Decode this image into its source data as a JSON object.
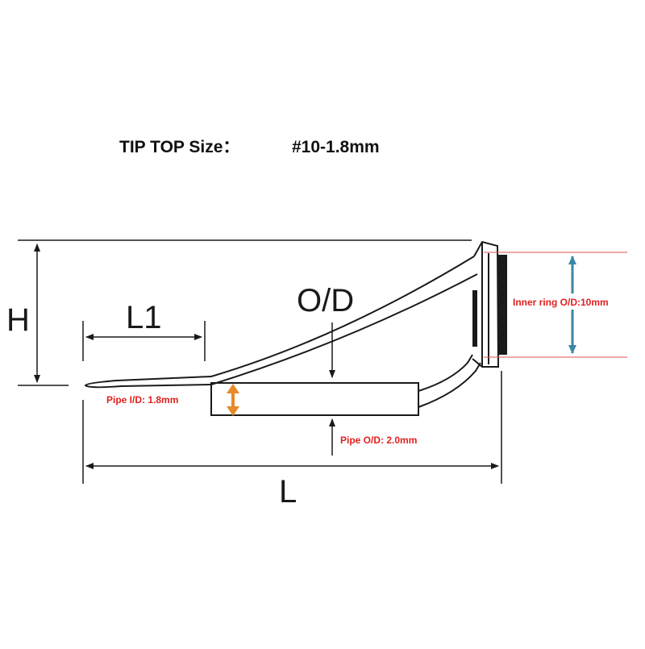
{
  "title": {
    "prefix": "TIP TOP Size：",
    "size": "#10-1.8mm"
  },
  "labels": {
    "height": "H",
    "overall_length": "L",
    "tube_length": "L1",
    "outer_diameter": "O/D",
    "inner_ring": "Inner ring O/D:10mm",
    "pipe_inner": "Pipe I/D: 1.8mm",
    "pipe_outer": "Pipe O/D: 2.0mm"
  },
  "colors": {
    "line": "#1a1a1a",
    "red_text": "#e02020",
    "red_line": "#e05050",
    "teal_arrow": "#3a86a8",
    "orange_arrow": "#e8892a"
  }
}
